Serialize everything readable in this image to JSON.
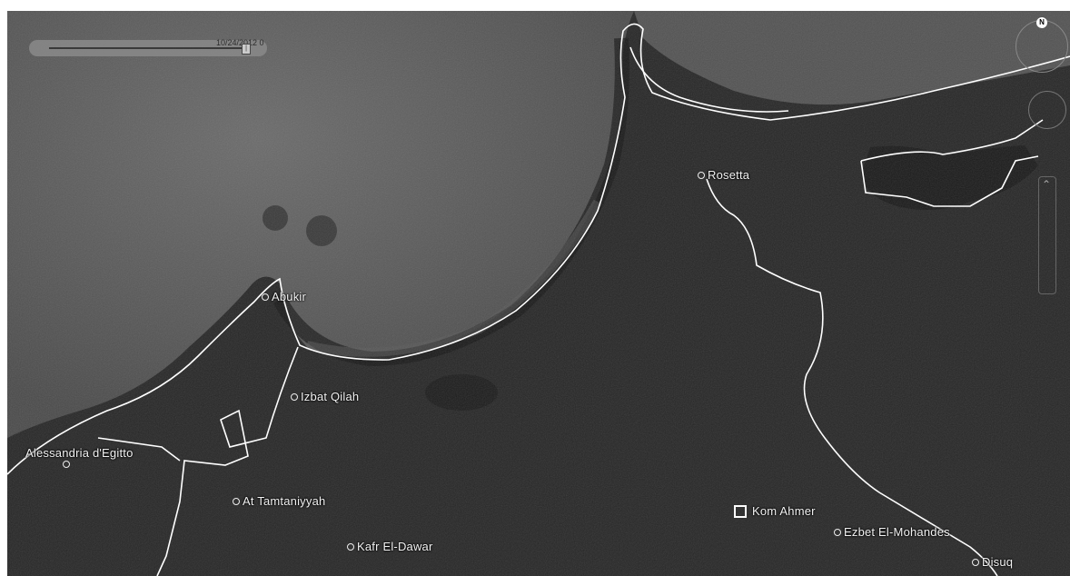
{
  "map": {
    "colors": {
      "sea": "#5a5a5a",
      "land": "#262626",
      "border": "#ffffff",
      "coast": "#4a4a4a"
    },
    "places": [
      {
        "name": "Abukir",
        "type": "town"
      },
      {
        "name": "Rosetta",
        "type": "town"
      },
      {
        "name": "Izbat Qilah",
        "type": "town"
      },
      {
        "name": "Alessandria d'Egitto",
        "type": "town"
      },
      {
        "name": "At Tamtaniyyah",
        "type": "town"
      },
      {
        "name": "Kafr El-Dawar",
        "type": "town"
      },
      {
        "name": "Kom Ahmer",
        "type": "site"
      },
      {
        "name": "Ezbet El-Mohandes",
        "type": "town"
      },
      {
        "name": "Disuq",
        "type": "town"
      }
    ]
  },
  "controls": {
    "time_slider_label": "10/24/2012 0",
    "compass_north": "N",
    "icons": [
      "compass-icon",
      "look-control-icon",
      "zoom-slider-icon"
    ]
  }
}
